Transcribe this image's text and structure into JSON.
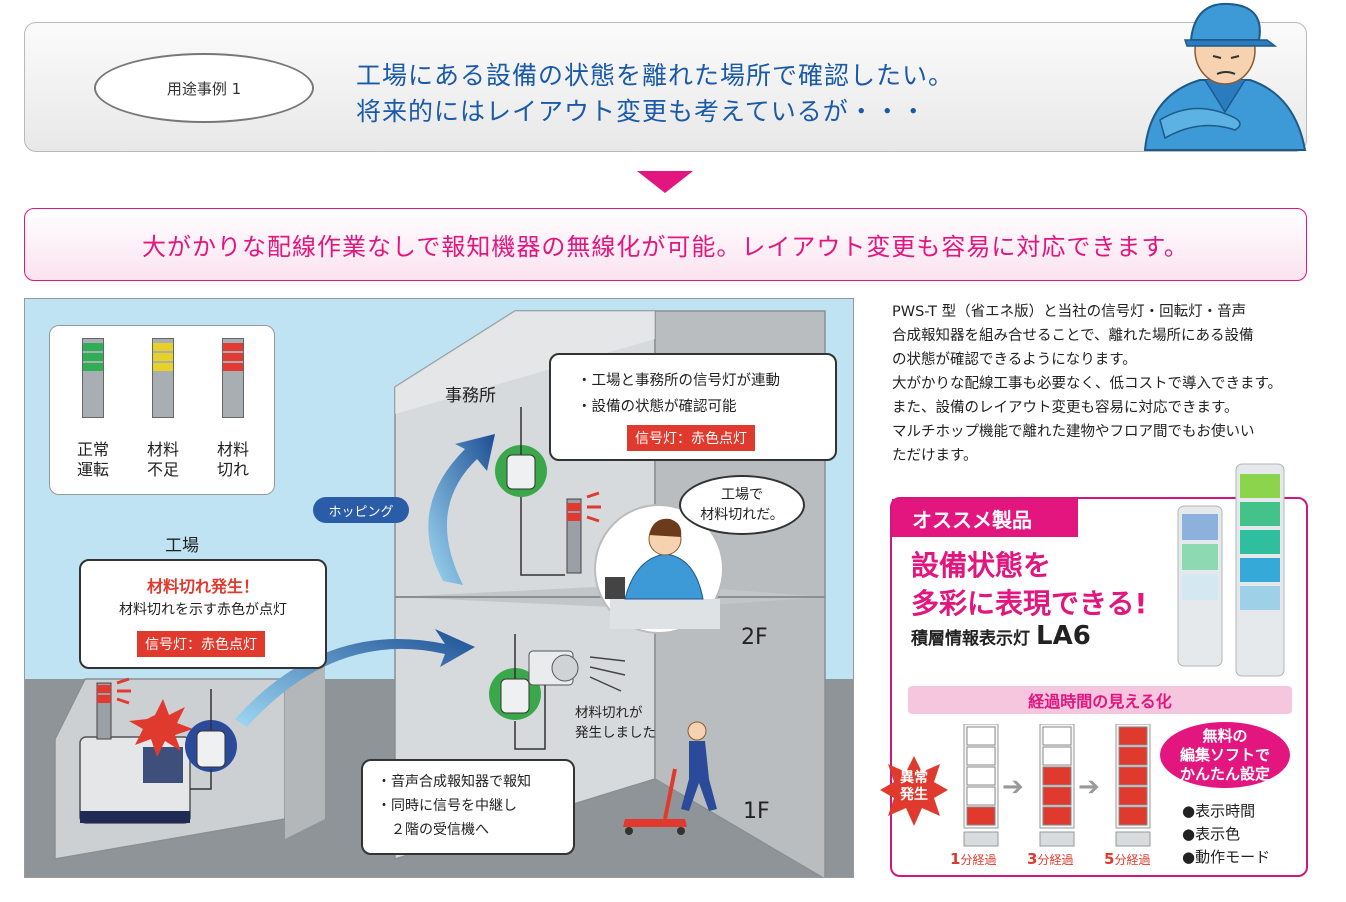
{
  "header": {
    "case_label": "用途事例 1",
    "problem_line1": "工場にある設備の状態を離れた場所で確認したい。",
    "problem_line2": "将来的にはレイアウト変更も考えているが・・・"
  },
  "solution": "大がかりな配線作業なしで報知機器の無線化が可能。レイアウト変更も容易に対応できます。",
  "legend": {
    "lights": [
      {
        "label1": "正常",
        "label2": "運転",
        "color": "#2fae55"
      },
      {
        "label1": "材料",
        "label2": "不足",
        "color": "#e7d126"
      },
      {
        "label1": "材料",
        "label2": "切れ",
        "color": "#e23a32"
      }
    ]
  },
  "scene": {
    "office_label": "事務所",
    "factory_label": "工場",
    "hopping_label": "ホッピング",
    "floor_2f": "2F",
    "floor_1f": "1F",
    "office_bubble": {
      "line1": "・工場と事務所の信号灯が連動",
      "line2": "・設備の状態が確認可能",
      "tag": "信号灯：赤色点灯"
    },
    "thought_bubble": {
      "line1": "工場で",
      "line2": "材料切れだ。"
    },
    "factory_bubble": {
      "title": "材料切れ発生！",
      "line": "材料切れを示す赤色が点灯",
      "tag": "信号灯：赤色点灯"
    },
    "speaker_text": {
      "line1": "材料切れが",
      "line2": "発生しました"
    },
    "relay_bubble": {
      "line1": "・音声合成報知器で報知",
      "line2": "・同時に信号を中継し",
      "line3": "　２階の受信機へ"
    }
  },
  "description": [
    "PWS-T 型（省エネ版）と当社の信号灯・回転灯・音声",
    "合成報知器を組み合せることで、離れた場所にある設備",
    "の状態が確認できるようになります。",
    "大がかりな配線工事も必要なく、低コストで導入できます。",
    "また、設備のレイアウト変更も容易に対応できます。",
    "マルチホップ機能で離れた建物やフロア間でもお使いい",
    "ただけます。"
  ],
  "product": {
    "tab": "オススメ製品",
    "headline1": "設備状態を",
    "headline2": "多彩に表現できる!",
    "model_prefix": "積層情報表示灯",
    "model_name": "LA6",
    "visual_band": "経過時間の見える化",
    "abnormal_label1": "異常",
    "abnormal_label2": "発生",
    "steps": [
      {
        "num": "1",
        "unit": "分経過",
        "lit": 1
      },
      {
        "num": "3",
        "unit": "分経過",
        "lit": 3
      },
      {
        "num": "5",
        "unit": "分経過",
        "lit": 5
      }
    ],
    "free_bubble": {
      "line1": "無料の",
      "line2": "編集ソフトで",
      "line3": "かんたん設定"
    },
    "features": [
      "●表示時間",
      "●表示色",
      "●動作モード"
    ]
  },
  "colors": {
    "accent": "#e3157f",
    "title_blue": "#1a5aa8",
    "alarm_red": "#e03a2e"
  }
}
